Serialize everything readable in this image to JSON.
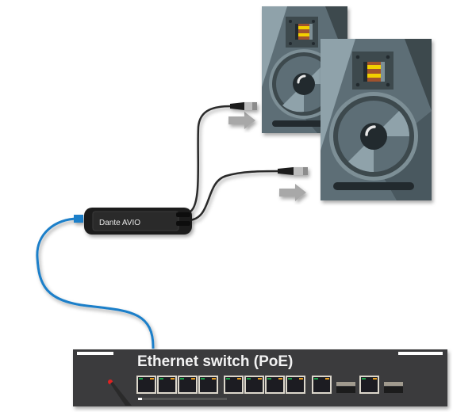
{
  "diagram": {
    "adapter": {
      "label": "Dante AVIO",
      "body_color": "#1e1e1e"
    },
    "switch": {
      "label": "Ethernet switch (PoE)",
      "body_color": "#3a3a3d",
      "port_groups": [
        4,
        4,
        1,
        1
      ],
      "led_colors": {
        "link": "#1aa34a",
        "activity": "#e8a020"
      },
      "power_led_color": "#e02020"
    },
    "speakers": [
      {
        "name": "speaker-rear"
      },
      {
        "name": "speaker-front"
      }
    ],
    "cables": {
      "ethernet_color": "#1a7fc9",
      "audio_color": "#2a2a2a"
    },
    "arrows_color": "#a8a8a8",
    "speaker_colors": {
      "light": "#8fa2aa",
      "mid": "#5d6e76",
      "dark": "#3c484e",
      "darkest": "#232b2f",
      "tweeter_yellow": "#f2d000",
      "tweeter_brown": "#a0522d"
    }
  }
}
